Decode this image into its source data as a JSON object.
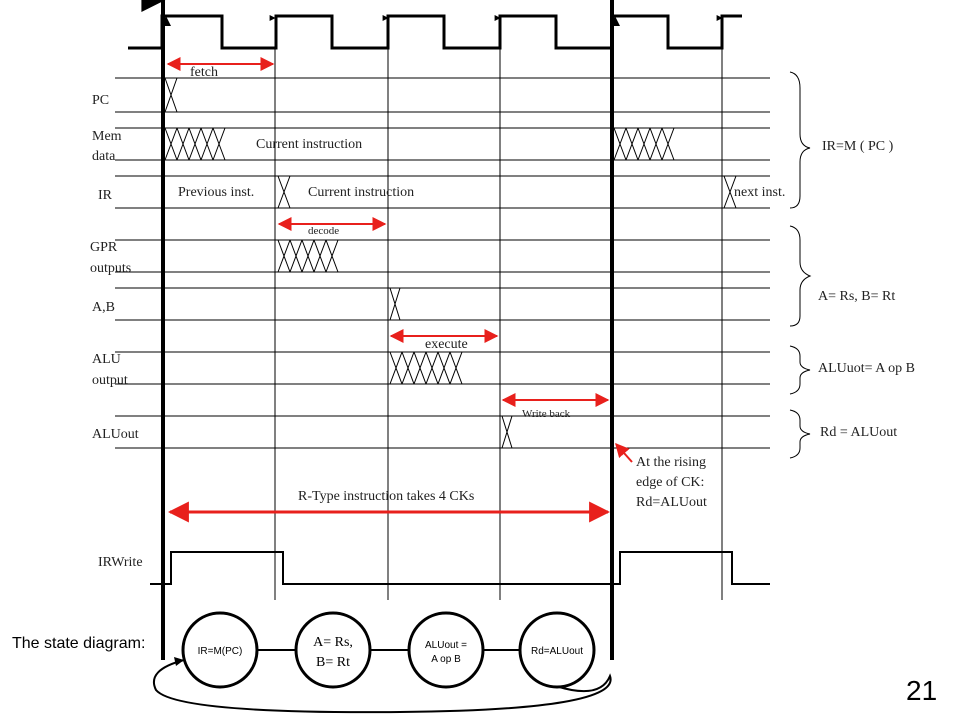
{
  "signals": {
    "pc": "PC",
    "mem_line1": "Mem",
    "mem_line2": "data",
    "ir": "IR",
    "gpr_line1": "GPR",
    "gpr_line2": "outputs",
    "ab": "A,B",
    "alu_line1": "ALU",
    "alu_line2": "output",
    "aluout": "ALUout",
    "irwrite": "IRWrite"
  },
  "phases": {
    "fetch": "fetch",
    "decode": "decode",
    "execute": "execute",
    "write_back": "Write back"
  },
  "waveform_text": {
    "current_instruction_mem": "Current instruction",
    "previous_inst": "Previous inst.",
    "current_instruction_ir": "Current instruction",
    "next_inst": "next inst."
  },
  "equations": {
    "ir_eq": "IR=M ( PC )",
    "ab_eq": "A= Rs,  B= Rt",
    "alu_eq": "ALUuot= A op B",
    "rd_eq": "Rd = ALUout"
  },
  "notes": {
    "rising_line1": "At the rising",
    "rising_line2": "edge of CK:",
    "rising_line3": "Rd=ALUout",
    "rtype": "R-Type instruction takes 4 CKs"
  },
  "state_diagram": {
    "label": "The state diagram:",
    "states": [
      {
        "line1": "IR=M(PC)",
        "line2": ""
      },
      {
        "line1": "A= Rs,",
        "line2": "B= Rt"
      },
      {
        "line1": "ALUout =",
        "line2": "A op B"
      },
      {
        "line1": "Rd=ALUout",
        "line2": ""
      }
    ]
  },
  "page_number": "21"
}
